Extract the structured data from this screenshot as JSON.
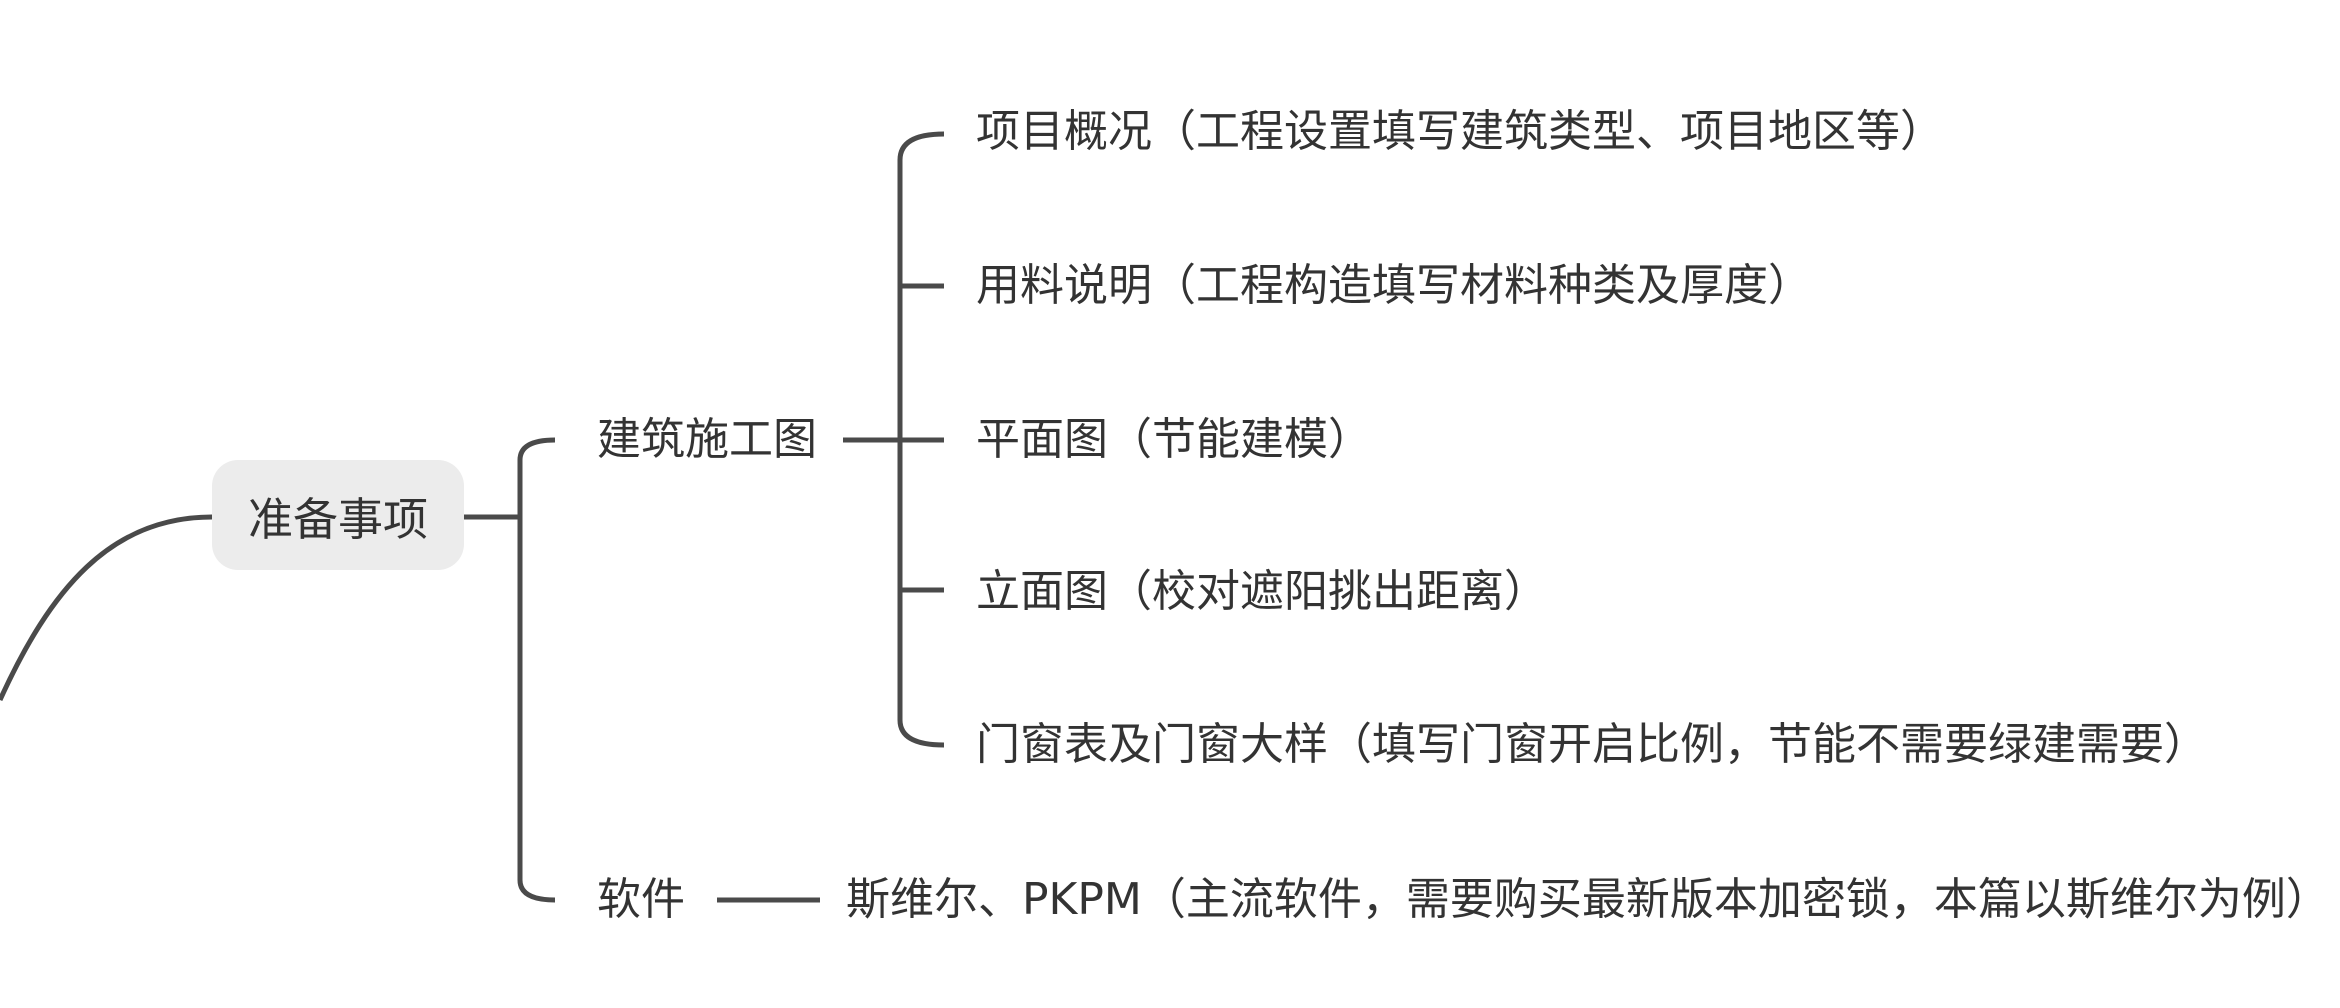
{
  "mindmap": {
    "root": {
      "label": "准备事项"
    },
    "branches": [
      {
        "label": "建筑施工图",
        "children": [
          "项目概况（工程设置填写建筑类型、项目地区等）",
          "用料说明（工程构造填写材料种类及厚度）",
          "平面图（节能建模）",
          "立面图（校对遮阳挑出距离）",
          "门窗表及门窗大样（填写门窗开启比例，节能不需要绿建需要）"
        ]
      },
      {
        "label": "软件",
        "children": [
          "斯维尔、PKPM（主流软件，需要购买最新版本加密锁，本篇以斯维尔为例）"
        ]
      }
    ]
  }
}
